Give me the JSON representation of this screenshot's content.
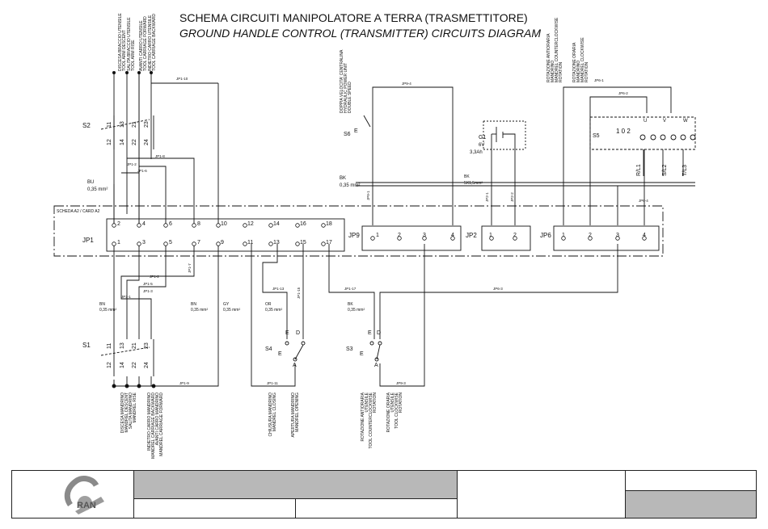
{
  "title_it": "SCHEMA CIRCUITI MANIPOLATORE A TERRA (TRASMETTITORE)",
  "title_en": "GROUND HANDLE CONTROL (TRANSMITTER) CIRCUITS DIAGRAM",
  "card_label": "SCHEDA A2 / CARD A2",
  "connectors": {
    "jp1": "JP1",
    "jp9": "JP9",
    "jp2": "JP2",
    "jp6": "JP6"
  },
  "jp1_top_pins": [
    "2",
    "4",
    "6",
    "8",
    "10",
    "12",
    "14",
    "16",
    "18"
  ],
  "jp1_bottom_pins": [
    "1",
    "3",
    "5",
    "7",
    "9",
    "11",
    "13",
    "15",
    "17"
  ],
  "jp9_pins": [
    "1",
    "2",
    "3",
    "4"
  ],
  "jp2_pins": [
    "1",
    "2"
  ],
  "jp6_pins": [
    "1",
    "2",
    "3",
    "4"
  ],
  "switches": {
    "s1": "S1",
    "s2": "S2",
    "s3": "S3",
    "s4": "S4",
    "s5": "S5",
    "s6": "S6"
  },
  "battery": {
    "name": "G1",
    "voltage": "6V",
    "capacity": "3,3Ah"
  },
  "wire_labels": {
    "bu": "BU",
    "bu_size": "0,35 mm²",
    "bk": "BK",
    "bk_size": "0,35 mm²",
    "bk2": "BK",
    "bk2_size": "5X1,5mm²",
    "bn": "BN",
    "bn_size": "0,35 mm²",
    "bn2": "BN",
    "bn2_size": "0,35 mm²",
    "gy": "GY",
    "gy_size": "0,35 mm²",
    "or": "OR",
    "or_size": "0,35 mm²",
    "bk3": "BK",
    "bk3_size": "0,35 mm²"
  },
  "phases": {
    "u": "U",
    "v": "V",
    "w": "W",
    "r": "R/L1",
    "s": "S/L2",
    "t": "T/L3"
  },
  "s5_positions": "1 0 2",
  "s2_contacts_top": [
    "11",
    "13",
    "21",
    "23"
  ],
  "s2_contacts_bottom": [
    "12",
    "14",
    "22",
    "24"
  ],
  "s1_contacts_top": [
    "11",
    "13",
    "21",
    "23"
  ],
  "s1_contacts_bottom": [
    "12",
    "14",
    "22",
    "24"
  ],
  "s2_functions": [
    "DISCESA BRACCIO UTENSILE",
    "TOOL ARM DESCENT",
    "SALITA BRACCIO UTENSILE",
    "TOOL ARM RISE",
    "AVANTI CARRO UTENSILE",
    "TOOL CARRIAGE FORWARD",
    "INDIETRO CARRO UTENSILE",
    "TOOL CARRIAGE BACKWARD"
  ],
  "s6_function": [
    "DOPPIA VELOCITA' CENTRALINA",
    "HYDRAULIC POWER UNIT",
    "DOUBLE SPEED"
  ],
  "s5_function": [
    "ROTAZIONE ANTIORARIA",
    "MANDRINO",
    "MANDREL COUNTERCLOCKWISE",
    "ROTATION",
    "ROTAZIONE ORARIA",
    "MANDRINO",
    "MANDREL CLOCKWISE",
    "ROTATION"
  ],
  "s1_functions": [
    "DISCESA MANDRINO",
    "MANDREL DESCENT",
    "SALITA MANDRINO",
    "MANDREL RISE",
    "INDIETRO CARRO MANDRINO",
    "MANDREL CARRIAGE BACKWARD",
    "AVANTI CARRO MANDRINO",
    "MANDREL CARRIAGE FORWARD"
  ],
  "s4_functions": [
    "CHIUSURA MANDRINO",
    "MANDREL CLOSING",
    "APERTURA MANDRINO",
    "MANDREL OPENING"
  ],
  "s3_functions": [
    "ROTAZIONE ANTIORARIA",
    "UTENSILE",
    "TOOL COUNTERCLOCKWISE",
    "ROTATION",
    "ROTAZIONE ORARIA",
    "UTENSILE",
    "TOOL CLOCKWISE",
    "ROTATION"
  ],
  "wire_tags": {
    "jp1_10": "JP1-10",
    "jp9_4": "JP9-4",
    "jp6_1": "JP6-1",
    "jp6_2": "JP6-2",
    "jp1_9": "JP1-9",
    "jp1_11": "JP1-11",
    "jp6_3": "JP6-3",
    "jp9_3": "JP9-3",
    "jp1_13": "JP1-13",
    "jp1_17": "JP1-17",
    "jp1_8": "JP1-8",
    "jp1_6": "JP1-6",
    "jp1_2": "JP1-2",
    "jp1_5": "JP1-5",
    "jp1_3": "JP1-3",
    "jp1_1": "JP1-1",
    "jp1_7": "JP1-7",
    "jp1_15": "JP1-15",
    "jp9_1": "JP9-1",
    "jp2_1": "JP2-1",
    "jp2_2": "JP2-2",
    "jp6_4": "JP6-4"
  },
  "switch_letters": {
    "e": "E",
    "d": "D",
    "a": "A"
  }
}
